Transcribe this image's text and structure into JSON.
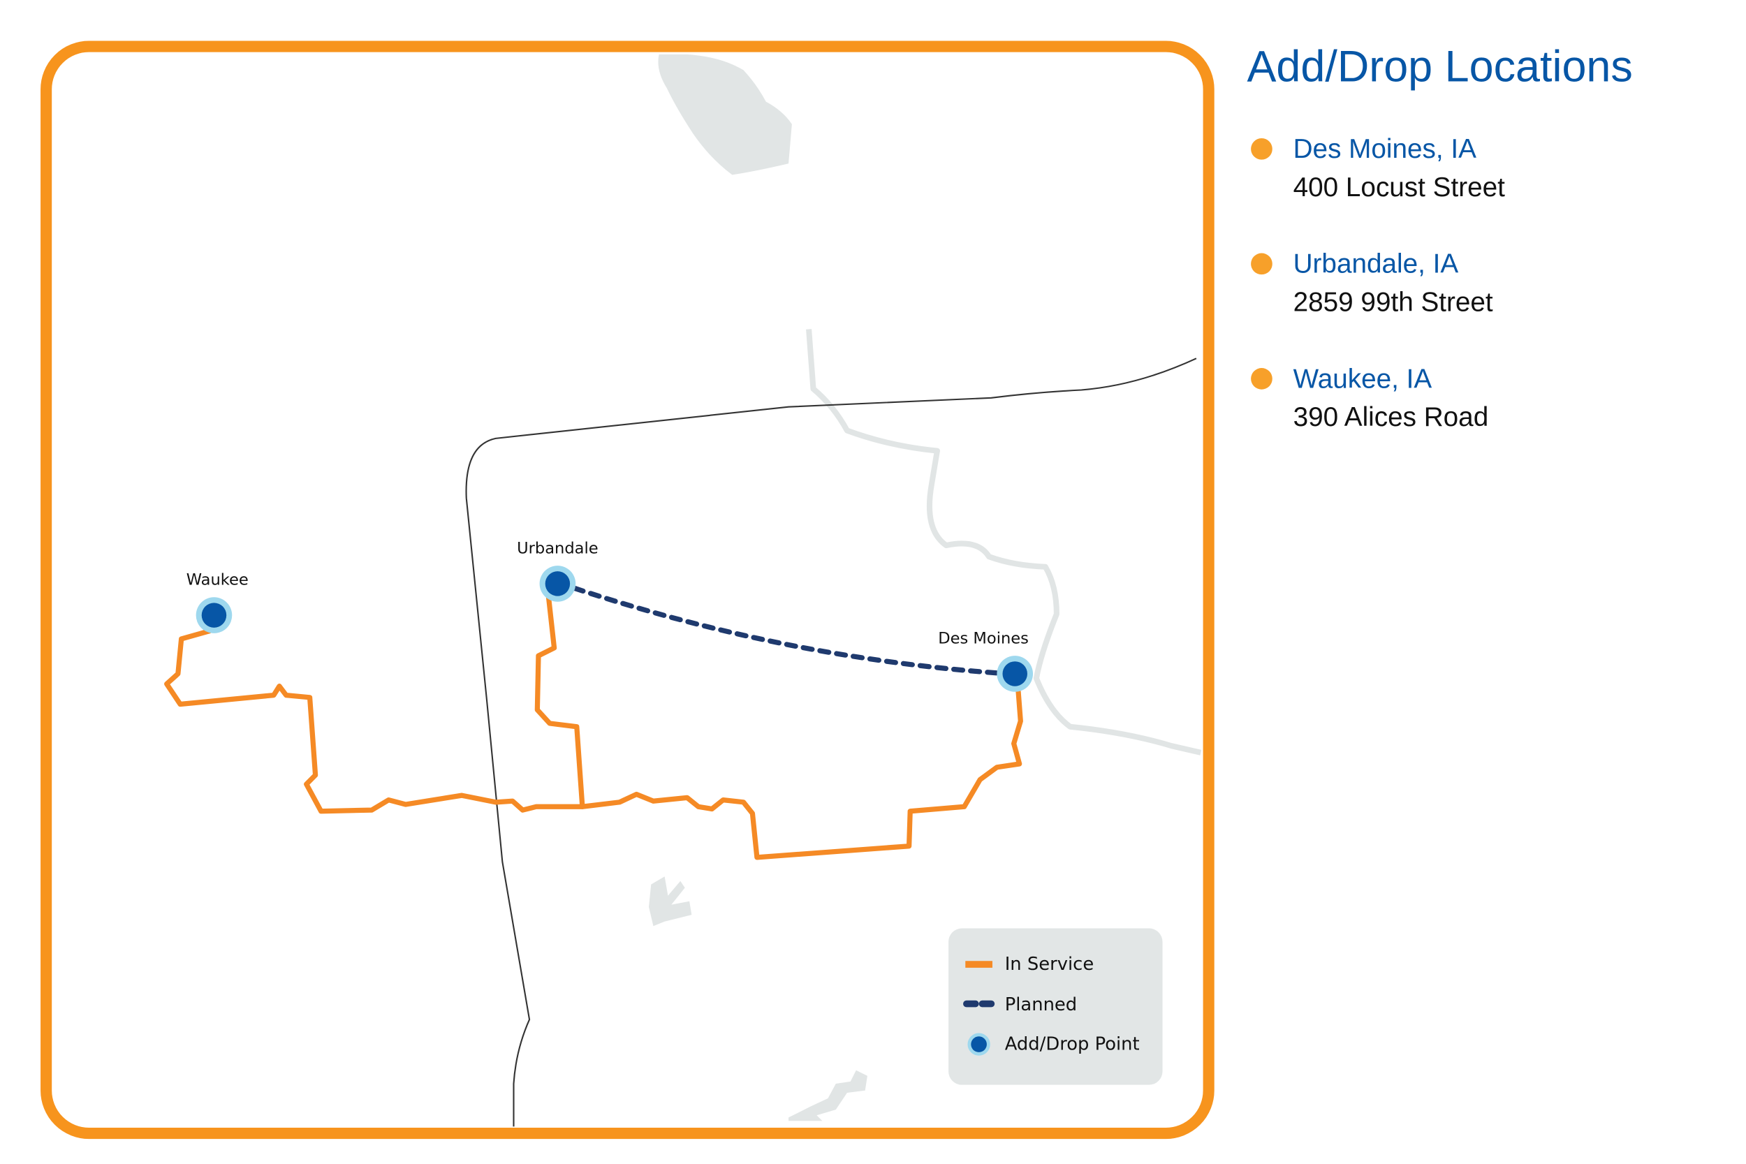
{
  "colors": {
    "frame": "#F7941D",
    "route_in_service": "#F58A25",
    "route_planned": "#1F3A6E",
    "point_fill": "#0756A6",
    "point_halo": "#9ED8EE",
    "water": "#E1E5E5",
    "legend_bg": "#E2E6E6",
    "title": "#0756A6",
    "bullet": "#F7A02A"
  },
  "map": {
    "points": [
      {
        "name": "Waukee"
      },
      {
        "name": "Urbandale"
      },
      {
        "name": "Des Moines"
      }
    ],
    "legend": {
      "in_service": "In Service",
      "planned": "Planned",
      "add_drop_point": "Add/Drop Point"
    }
  },
  "panel": {
    "title": "Add/Drop Locations",
    "locations": [
      {
        "city": "Des Moines, IA",
        "address": "400 Locust Street"
      },
      {
        "city": "Urbandale, IA",
        "address": "2859 99th Street"
      },
      {
        "city": "Waukee, IA",
        "address": "390 Alices Road"
      }
    ]
  }
}
